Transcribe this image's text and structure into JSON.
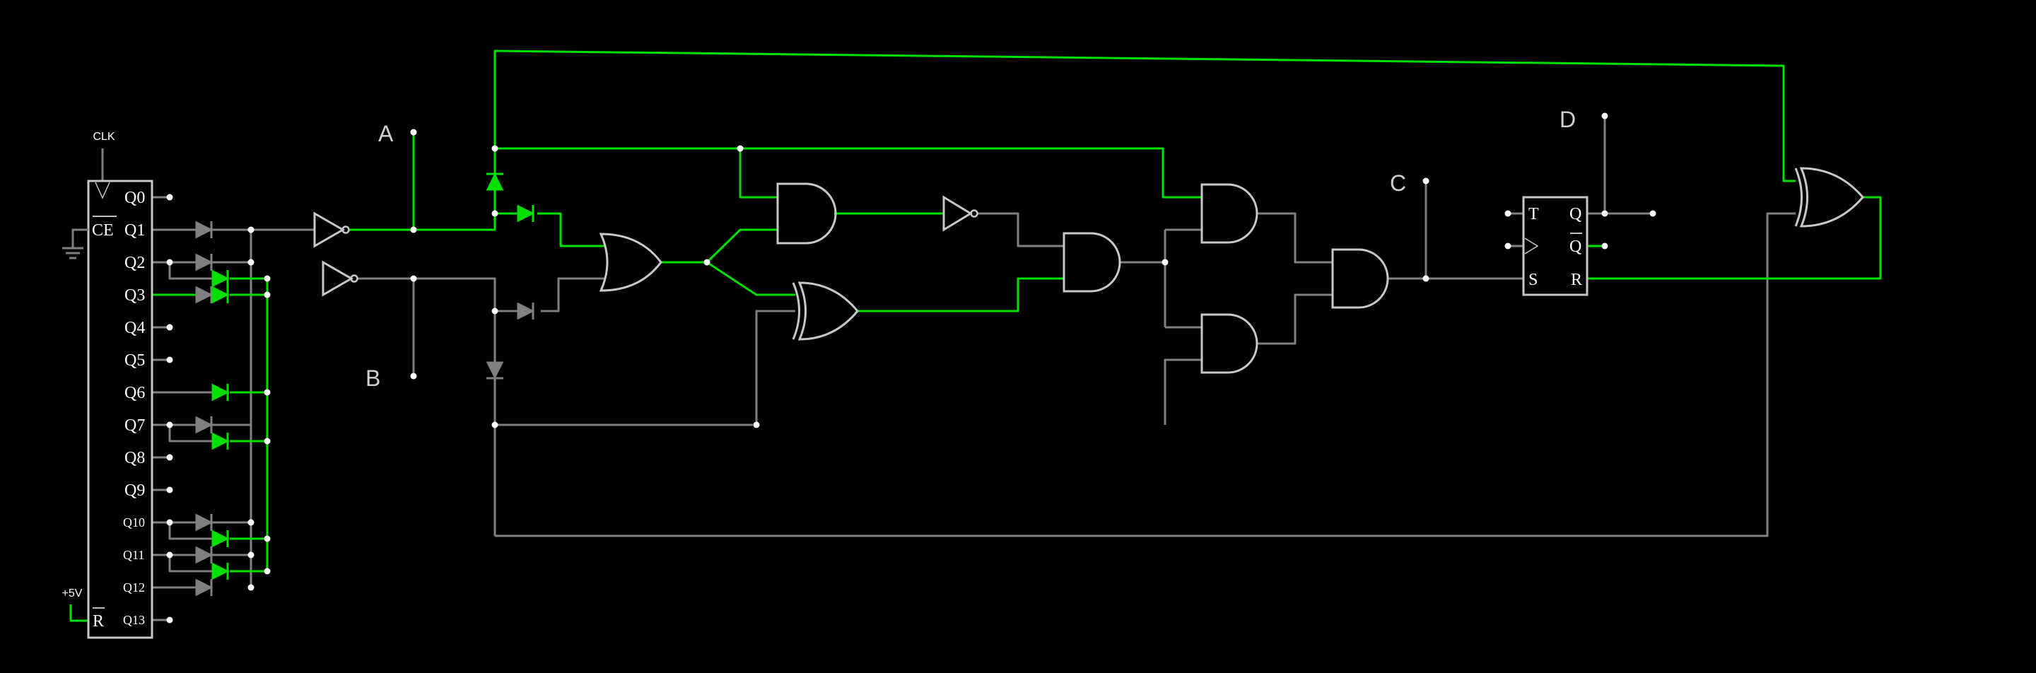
{
  "colors": {
    "background": "#000000",
    "active": "#00e000",
    "inactive": "#808080",
    "outline": "#c8c8c8",
    "text": "#ffffff",
    "muted_text": "#d0d0d0"
  },
  "counter": {
    "clk_label": "CLK",
    "ce_label": "CE",
    "reset_label": "R",
    "supply_label": "+5V",
    "outputs": [
      "Q0",
      "Q1",
      "Q2",
      "Q3",
      "Q4",
      "Q5",
      "Q6",
      "Q7",
      "Q8",
      "Q9",
      "Q10",
      "Q11",
      "Q12",
      "Q13"
    ]
  },
  "nodes": {
    "a": "A",
    "b": "B",
    "c": "C",
    "d": "D"
  },
  "flipflop": {
    "t": "T",
    "clk_q": "Q",
    "qbar": "Q",
    "s": "S",
    "r": "R"
  }
}
